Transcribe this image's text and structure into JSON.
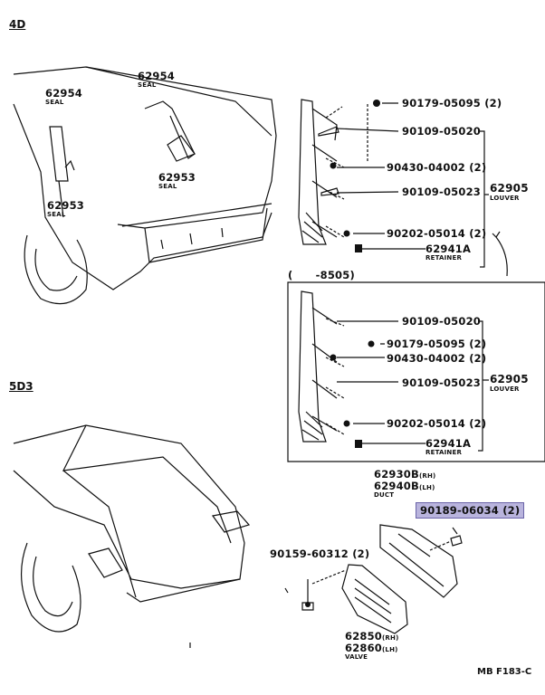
{
  "sections": {
    "top": "4D",
    "bottom": "5D3"
  },
  "footer_code": "MB F183-C",
  "top_left": {
    "seal_upper_right": {
      "pn": "62954",
      "name": "SEAL"
    },
    "seal_upper_left": {
      "pn": "62954",
      "name": "SEAL"
    },
    "seal_mid": {
      "pn": "62953",
      "name": "SEAL"
    },
    "seal_lower_left": {
      "pn": "62953",
      "name": "SEAL"
    }
  },
  "louver_a": {
    "screw1": "90179-05095 (2)",
    "screw2": "90109-05020",
    "nut": "90430-04002 (2)",
    "screw3": "90109-05023",
    "assy": {
      "pn": "62905",
      "name": "LOUVER"
    },
    "clip": "90202-05014 (2)",
    "retainer": {
      "pn": "62941A",
      "name": "RETAINER"
    }
  },
  "louver_b": {
    "range": "(      -8505)",
    "screw2": "90109-05020",
    "screw1": "90179-05095 (2)",
    "nut": "90430-04002 (2)",
    "screw3": "90109-05023",
    "assy": {
      "pn": "62905",
      "name": "LOUVER"
    },
    "clip": "90202-05014 (2)",
    "retainer": {
      "pn": "62941A",
      "name": "RETAINER"
    }
  },
  "duct": {
    "rh": "62930B",
    "lh": "62940B",
    "rh_tag": "(RH)",
    "lh_tag": "(LH)",
    "name": "DUCT"
  },
  "highlight_part": "90189-06034 (2)",
  "bolt": "90159-60312 (2)",
  "valve": {
    "rh": "62850",
    "lh": "62860",
    "rh_tag": "(RH)",
    "lh_tag": "(LH)",
    "name": "VALVE"
  }
}
